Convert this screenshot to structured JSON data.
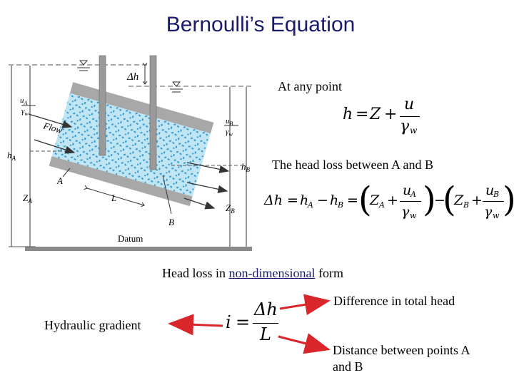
{
  "title": "Bernoulli’s Equation",
  "diagram": {
    "labels": {
      "delta_h": "Δh",
      "flow": "Flow",
      "point_a": "A",
      "point_b": "B",
      "length": "L",
      "datum": "Datum",
      "ua": "u",
      "ua_sub": "A",
      "gamma_w": "γ",
      "gamma_w_sub": "w",
      "ub": "u",
      "ub_sub": "B",
      "h": "h",
      "ha_sub": "A",
      "hb_sub": "B",
      "z": "Z",
      "za_sub": "A",
      "zb_sub": "B"
    },
    "colors": {
      "soil_fill": "#bfe6f2",
      "soil_dots": "#3a9ad0",
      "wall": "#a8a8a8",
      "pipe": "#9a9a9a",
      "ground": "#8a8a8a"
    }
  },
  "text": {
    "at_any_point": "At any point",
    "head_loss_between": "The head loss between A and B",
    "head_loss_form_prefix": "Head loss in ",
    "head_loss_form_underlined": "non-dimensional",
    "head_loss_form_suffix": " form",
    "difference_total_head": "Difference in total head",
    "hydraulic_gradient": "Hydraulic gradient",
    "distance_between_line1": "Distance between points A",
    "distance_between_line2": "and B"
  },
  "equations": {
    "head": {
      "lhs": "h",
      "eq": "=",
      "z": "Z",
      "plus": "+",
      "num": "u",
      "den": "γ",
      "den_sub": "w"
    },
    "loss": {
      "lhs": "Δh",
      "eq": "=",
      "ha": "h",
      "ha_sub": "A",
      "minus": "−",
      "hb": "h",
      "hb_sub": "B",
      "za": "Z",
      "za_sub": "A",
      "ua": "u",
      "ua_sub": "A",
      "zb": "Z",
      "zb_sub": "B",
      "ub": "u",
      "ub_sub": "B",
      "gamma": "γ",
      "gamma_sub": "w",
      "plus": "+"
    },
    "gradient": {
      "lhs": "i",
      "eq": "=",
      "num": "Δh",
      "den": "L"
    }
  },
  "arrows": {
    "color": "#d9262b"
  }
}
